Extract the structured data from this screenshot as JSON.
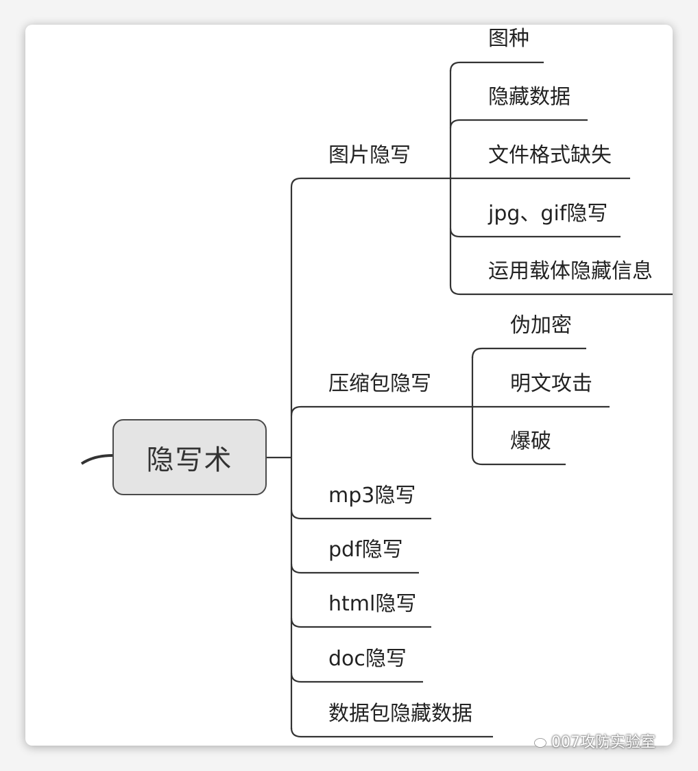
{
  "root": {
    "label": "隐写术"
  },
  "branches": [
    {
      "label": "图片隐写",
      "children": [
        "图种",
        "隐藏数据",
        "文件格式缺失",
        "jpg、gif隐写",
        "运用载体隐藏信息"
      ]
    },
    {
      "label": "压缩包隐写",
      "children": [
        "伪加密",
        "明文攻击",
        "爆破"
      ]
    },
    {
      "label": "mp3隐写"
    },
    {
      "label": "pdf隐写"
    },
    {
      "label": "html隐写"
    },
    {
      "label": "doc隐写"
    },
    {
      "label": "数据包隐藏数据"
    }
  ],
  "watermark": {
    "text": "007攻防实验室",
    "icon": "wechat-icon"
  },
  "colors": {
    "line": "#333333",
    "node_fill": "#e4e4e4",
    "node_border": "#4a4a4a"
  }
}
